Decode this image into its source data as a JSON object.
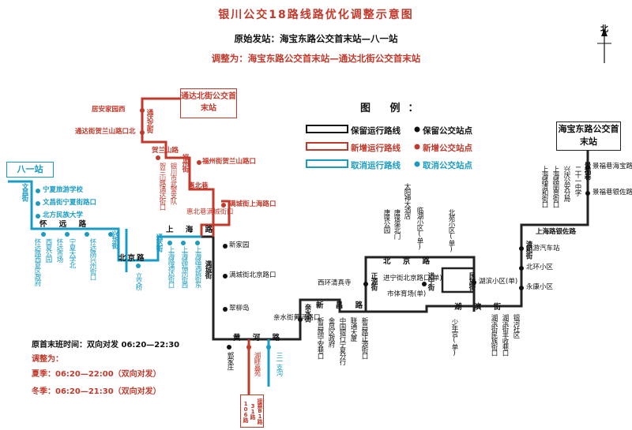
{
  "header": {
    "title": "银川公交18路线路优化调整示意图",
    "original": "原始发站：海宝东路公交首末站—八一站",
    "adjusted": "调整为：海宝东路公交首末站—通达北街公交首末站"
  },
  "north": "北",
  "legend": {
    "title": "图 例：",
    "items": [
      {
        "line": "保留运行路线",
        "stop": "保留公交站点",
        "color": "#111111"
      },
      {
        "line": "新增运行路线",
        "stop": "新增公交站点",
        "color": "#c0392b"
      },
      {
        "line": "取消运行路线",
        "stop": "取消公交站点",
        "color": "#1a9bc4"
      }
    ]
  },
  "terminals": {
    "haibao": "海宝东路公交首末站",
    "tongda": "通达北街公交首末站",
    "bayi": "八一站",
    "b3": "接乘B1路31路106路"
  },
  "streets": {
    "huaiyuan": "怀 远 路",
    "beijing_w": "北京路",
    "shanghai_w": "上 海 路",
    "huanghe": "黄 河 路",
    "xinchang": "新 昌 路",
    "beijing_e": "北 京 路",
    "hubin": "湖 滨 街",
    "shanghai_yz": "上海路银佐路",
    "jingfu": "景福巷",
    "qinghe": "清和街",
    "xinghua": "兴华街",
    "wenchang": "文昌街",
    "tongda": "通达街",
    "manyue": "满城街",
    "huiguan": "惠北巷",
    "hebei": "贺兰山路",
    "futong": "福州街",
    "zhengyuan": "正源街",
    "jinning": "进宁街",
    "qinshui": "亲水街",
    "minzu": "民族街",
    "hubei": "通达北街"
  },
  "stops": {
    "jingfu_haibao": "景福巷海宝路口",
    "jingfu_yinzuo": "景福巷银佐路口",
    "lvyou": "旅游汽车站",
    "beihuan": "北环小区",
    "yongkang": "永康小区",
    "hubin_qu": "湖滨小区(单)",
    "beiyuan": "北苑小区(单)",
    "jinning_bjl": "进宁街北京路口(单)",
    "shiti": "市体育场(单)",
    "xihuan": "西环清真寺",
    "qinshui_hhl": "亲水街黄河路口",
    "xinjiayuan": "新家园",
    "mancheng_bjl": "满城街北京路口",
    "cuiliu": "翠柳岛",
    "guojiazhuang": "郭家庄",
    "hupan": "湖畔嘉苑",
    "sanyi": "三一支沟",
    "mancheng_sh": "满城街上海路口",
    "fuzhou_hl": "福州街贺兰山路口",
    "tongdabei_hl": "通达街贺兰山路口北",
    "juan": "居安家园西",
    "niuji": "宁夏旅游学校",
    "wenchang_shl": "文昌街宁夏街路口",
    "beifang": "北方民族大学",
    "lizhong": "立交桥",
    "shanghai_tongda": "上海路通达街口",
    "shanghai_fuzhou": "上海路福州街西",
    "shanghai_mancheng": "上海路满城街东"
  },
  "vertical_labels": {
    "top1": [
      "上海路清和街口",
      "上海路丽景街口",
      "兴庆公安分局",
      "二十一中学"
    ],
    "top2": [
      "太阳神大酒店",
      "唐徕公园",
      "唐徕渠北门",
      "临湖小区(单)"
    ],
    "bottom_xinchang": [
      "新昌路宁安巷口",
      "金凤区政府",
      "中国银行宁夏分行",
      "联通大厦",
      "新昌路正源街口"
    ],
    "bottom_hubin": [
      "湖滨街民族街口",
      "湖滨街丰收巷口",
      "银河社区"
    ],
    "west": [
      "怀远路西夏区政府",
      "西夏公园",
      "怀远市场",
      "宁夏大学北",
      "怀远路兴州街口"
    ],
    "upper_red": [
      "贺兰山路通达街口",
      "银川市武警支队"
    ],
    "mid_red": [
      "惠北巷满城街口"
    ],
    "south_mid": [
      "少年宫(单)"
    ]
  },
  "schedule": {
    "first_last": "原首末班时间：双向对发 06:20—22:30",
    "adjust": "调整为：",
    "summer": "夏季：06:20—22:00（双向对发）",
    "winter": "冬季：06:20—21:30（双向对发）"
  }
}
